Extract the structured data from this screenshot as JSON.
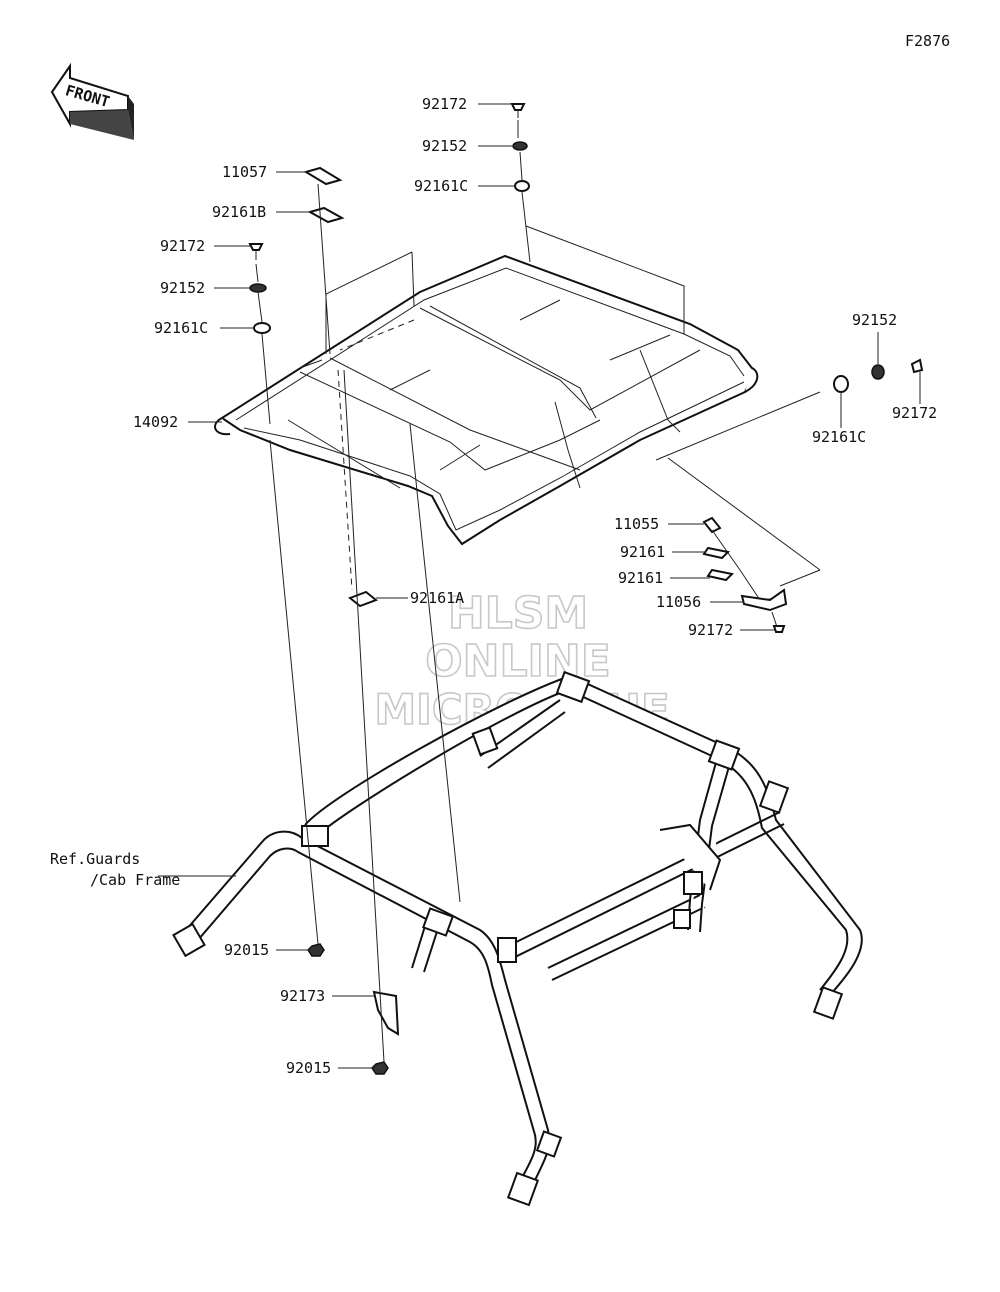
{
  "figure_code": "F2876",
  "front_label": "FRONT",
  "watermark": {
    "line1": "HLSM",
    "line2": "ONLINE",
    "line3": "MICROFICHE"
  },
  "ref_note": {
    "line1": "Ref.Guards",
    "line2": "/Cab Frame"
  },
  "part_labels": {
    "p92172_top": "92172",
    "p92152_top": "92152",
    "p92161c_top": "92161C",
    "p11057": "11057",
    "p92161b": "92161B",
    "p92172_left": "92172",
    "p92152_left": "92152",
    "p92161c_left": "92161C",
    "p14092": "14092",
    "p92152_right": "92152",
    "p92172_right": "92172",
    "p92161c_right": "92161C",
    "p11055": "11055",
    "p92161_a": "92161",
    "p92161_b": "92161",
    "p11056": "11056",
    "p92172_bracket": "92172",
    "p92161a": "92161A",
    "p92015_upper": "92015",
    "p92173": "92173",
    "p92015_lower": "92015"
  }
}
